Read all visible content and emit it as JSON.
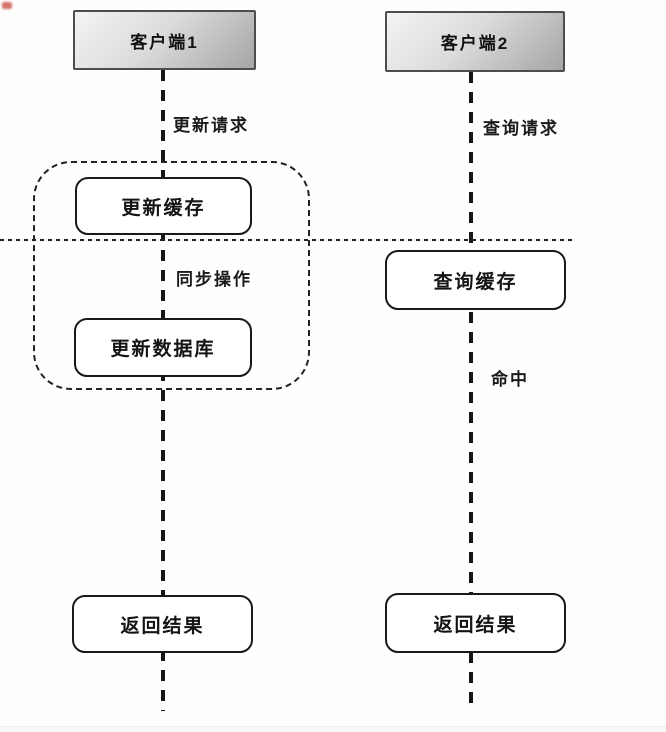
{
  "client1": {
    "header": "客户端1",
    "request_label": "更新请求",
    "cache_step": "更新缓存",
    "sync_label": "同步操作",
    "db_step": "更新数据库",
    "result_step": "返回结果"
  },
  "client2": {
    "header": "客户端2",
    "request_label": "查询请求",
    "cache_step": "查询缓存",
    "hit_label": "命中",
    "result_step": "返回结果"
  },
  "colors": {
    "header_gradient_top": "#f4f4f4",
    "header_gradient_bottom": "#a5a5a5",
    "header_border": "#4d4d4d",
    "node_border": "#191919",
    "node_fill": "#ffffff",
    "line_color": "#161616",
    "background": "#fefefe",
    "bottom_strip": "#f6f7fa"
  }
}
